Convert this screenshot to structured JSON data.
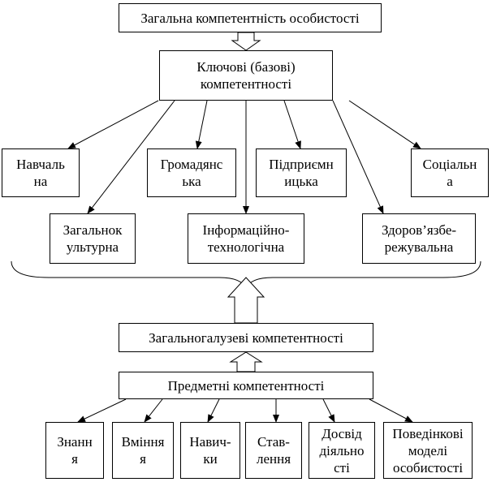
{
  "diagram": {
    "top": {
      "label": "Загальна компетентність особистості"
    },
    "key": {
      "label": "Ключові (базові)\nкомпетентності"
    },
    "key_row1": [
      {
        "label": "Навчаль\nна"
      },
      {
        "label": "Громадянс\nька"
      },
      {
        "label": "Підприємн\nицька"
      },
      {
        "label": "Соціальн\nа"
      }
    ],
    "key_row2": [
      {
        "label": "Загальнок\nультурна"
      },
      {
        "label": "Інформаційно-\nтехнологічна"
      },
      {
        "label": "Здоров’язбе-\nрежувальна"
      }
    ],
    "general": {
      "label": "Загальногалузеві компетентності"
    },
    "subject": {
      "label": "Предметні компетентності"
    },
    "bottom": [
      {
        "label": "Знанн\nя"
      },
      {
        "label": "Вміння\nя"
      },
      {
        "label": "Навич-\nки"
      },
      {
        "label": "Став-\nлення"
      },
      {
        "label": "Досвід\nдіяльно\nсті"
      },
      {
        "label": "Поведінкові\nмоделі\nособистості"
      }
    ]
  }
}
